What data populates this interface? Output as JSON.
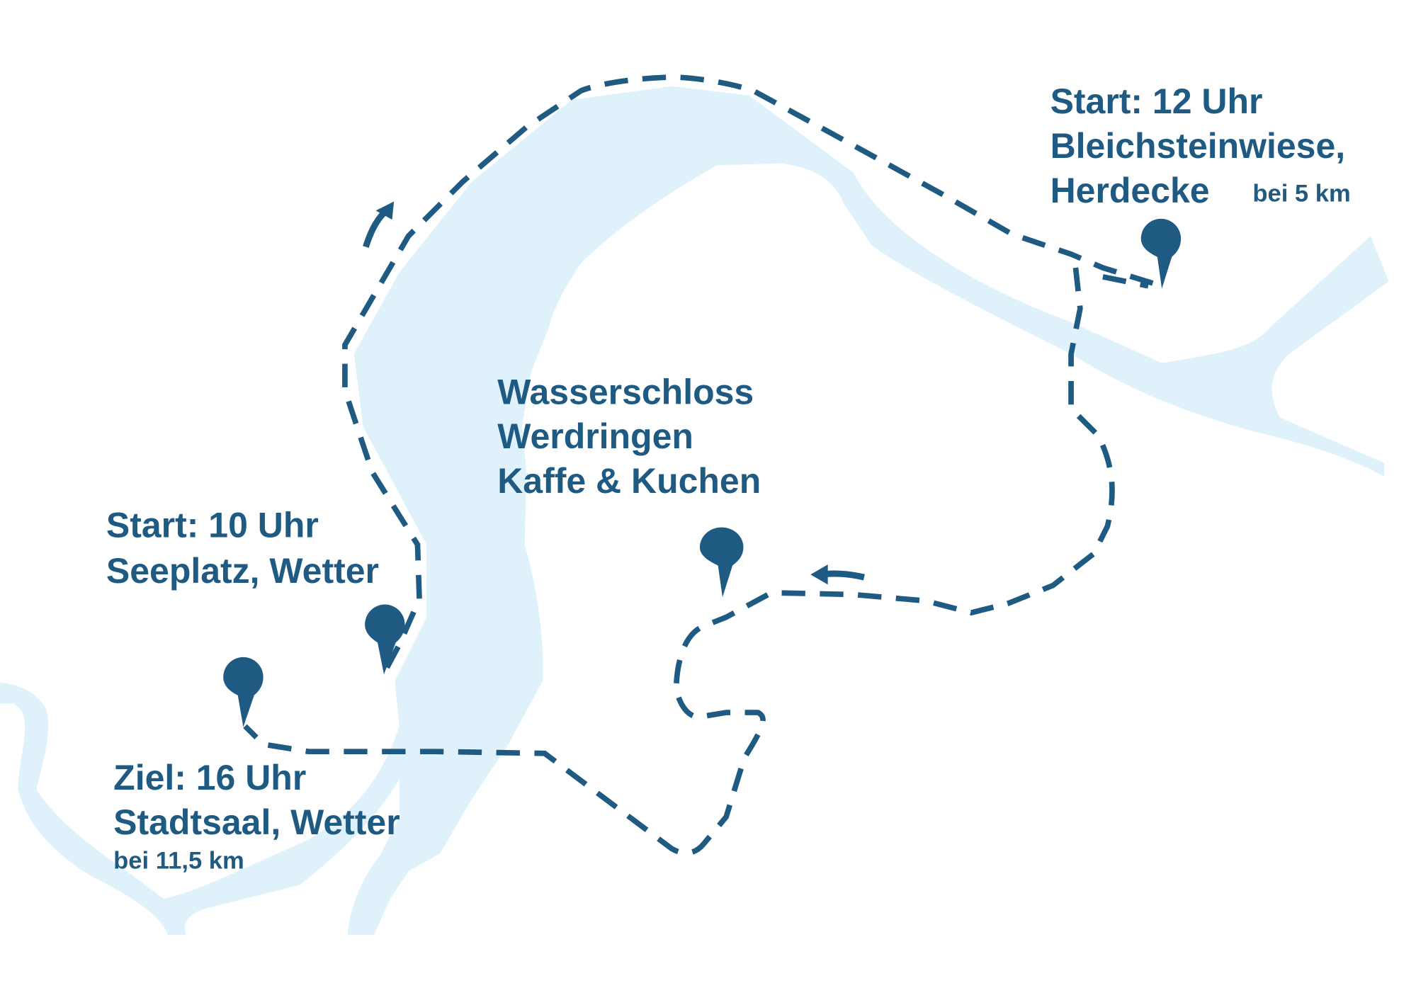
{
  "colors": {
    "route": "#1f5a82",
    "water": "#dff1fb",
    "text": "#1f5a82",
    "background": "#ffffff"
  },
  "stops": [
    {
      "id": "herdecke",
      "lines": [
        "Start: 12 Uhr",
        "Bleichsteinwiese,",
        "Herdecke"
      ],
      "distance": "bei 5 km",
      "icon": "map-pin-icon"
    },
    {
      "id": "werdringen",
      "lines": [
        "Wasserschloss",
        "Werdringen",
        "Kaffe & Kuchen"
      ],
      "icon": "map-pin-icon"
    },
    {
      "id": "seeplatz",
      "lines": [
        "Start: 10 Uhr",
        "Seeplatz, Wetter"
      ],
      "icon": "map-pin-icon"
    },
    {
      "id": "stadtsaal",
      "lines": [
        "Ziel: 16 Uhr",
        "Stadtsaal, Wetter"
      ],
      "distance": "bei 11,5 km",
      "icon": "map-pin-icon"
    }
  ]
}
